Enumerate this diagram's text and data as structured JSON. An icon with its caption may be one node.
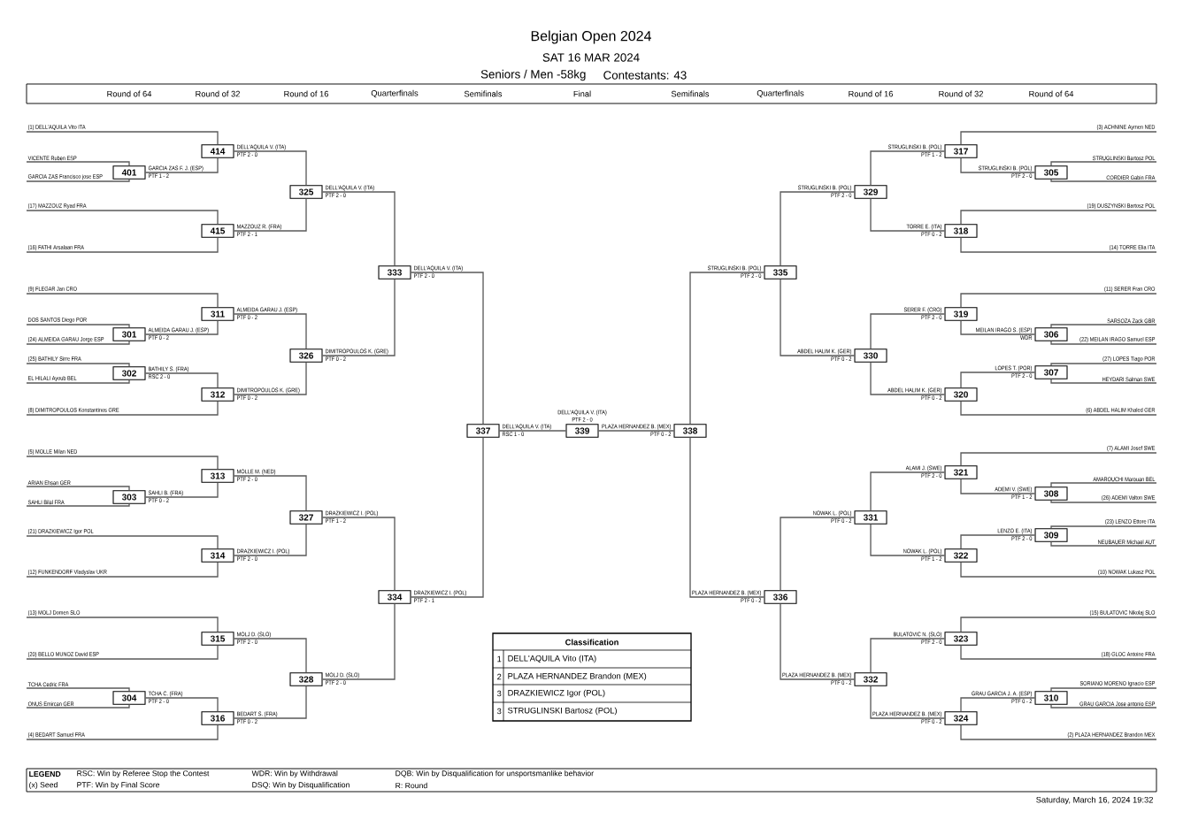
{
  "diagram": {
    "title": "Belgian Open 2024",
    "nodes": [
      {
        "text": [
          "(1) DELL'AQUILA Vito ITA"
        ]
      },
      {
        "text": [
          "VICENTE Ruben ESP"
        ]
      },
      {
        "text": [
          "GARCIA ZAS Francisco jose ESP"
        ]
      },
      {
        "text": [
          "(17) MAZZOUZ Ryad FRA"
        ]
      },
      {
        "text": [
          "(16) FATHI Arsalaan FRA"
        ]
      },
      {
        "text": [
          "(9) FLEGAR Jan CRO"
        ]
      },
      {
        "text": [
          "DOS SANTOS Diego POR"
        ]
      },
      {
        "text": [
          "(24) ALMEIDA GARAU Jorge ESP"
        ]
      },
      {
        "text": [
          "(25) BATHILY Sirre FRA"
        ]
      },
      {
        "text": [
          "EL HILALI Ayoub BEL"
        ]
      },
      {
        "text": [
          "(8) DIMITROPOULOS Konstantinos GRE"
        ]
      },
      {
        "text": [
          "(5) MOLLE Milan NED"
        ]
      },
      {
        "text": [
          "ARIAN Ehsan GER"
        ]
      },
      {
        "text": [
          "SAHLI Bilal FRA"
        ]
      },
      {
        "text": [
          "(21) DRAZKIEWICZ Igor POL"
        ]
      },
      {
        "text": [
          "(12) FUNKENDORF Vladyslav UKR"
        ]
      },
      {
        "text": [
          "(13) MOLJ Domen SLO"
        ]
      },
      {
        "text": [
          "(20) BELLO MUNOZ David ESP"
        ]
      },
      {
        "text": [
          "TCHA Cedric FRA"
        ]
      },
      {
        "text": [
          "ONUS Emircan GER"
        ]
      },
      {
        "text": [
          "(4) BEDART Samuel FRA"
        ]
      },
      {
        "text": [
          "414"
        ],
        "beside": [
          "DELL'AQUILA V. (ITA)",
          "PTF 2 - 0"
        ]
      },
      {
        "text": [
          "401"
        ],
        "beside": [
          "GARCIA ZAS F. J. (ESP)",
          "PTF 1 - 2"
        ]
      },
      {
        "text": [
          "325"
        ],
        "beside": [
          "DELL'AQUILA V. (ITA)",
          "PTF 2 - 0"
        ]
      },
      {
        "text": [
          "415"
        ],
        "beside": [
          "MAZZOUZ R. (FRA)",
          "PTF 2 - 1"
        ]
      },
      {
        "text": [
          "333"
        ],
        "beside": [
          "DELL'AQUILA V. (ITA)",
          "PTF 2 - 0"
        ]
      },
      {
        "text": [
          "311"
        ],
        "beside": [
          "ALMEIDA GARAU J. (ESP)",
          "PTF 0 - 2"
        ]
      },
      {
        "text": [
          "301"
        ],
        "beside": [
          "ALMEIDA GARAU J. (ESP)",
          "PTF 0 - 2"
        ]
      },
      {
        "text": [
          "326"
        ],
        "beside": [
          "DIMITROPOULOS K. (GRE)",
          "PTF 0 - 2"
        ]
      },
      {
        "text": [
          "302"
        ],
        "beside": [
          "BATHILY S. (FRA)",
          "RSC 2 - 0"
        ]
      },
      {
        "text": [
          "312"
        ],
        "beside": [
          "DIMITROPOULOS K. (GRE)",
          "PTF 0 - 2"
        ]
      },
      {
        "text": [
          "337"
        ],
        "beside": [
          "DELL'AQUILA V. (ITA)",
          "RSC 1 - 0"
        ]
      },
      {
        "text": [
          "313"
        ],
        "beside": [
          "MOLLE M. (NED)",
          "PTF 2 - 0"
        ]
      },
      {
        "text": [
          "303"
        ],
        "beside": [
          "SAHLI B. (FRA)",
          "PTF 0 - 2"
        ]
      },
      {
        "text": [
          "327"
        ],
        "beside": [
          "DRAZKIEWICZ I. (POL)",
          "PTF 1 - 2"
        ]
      },
      {
        "text": [
          "314"
        ],
        "beside": [
          "DRAZKIEWICZ I. (POL)",
          "PTF 2 - 0"
        ]
      },
      {
        "text": [
          "334"
        ],
        "beside": [
          "DRAZKIEWICZ I. (POL)",
          "PTF 2 - 1"
        ]
      },
      {
        "text": [
          "315"
        ],
        "beside": [
          "MOLJ D. (SLO)",
          "PTF 2 - 0"
        ]
      },
      {
        "text": [
          "328"
        ],
        "beside": [
          "MOLJ D. (SLO)",
          "PTF 2 - 0"
        ]
      },
      {
        "text": [
          "304"
        ],
        "beside": [
          "TCHA C. (FRA)",
          "PTF 2 - 0"
        ]
      },
      {
        "text": [
          "316"
        ],
        "beside": [
          "BEDART S. (FRA)",
          "PTF 0 - 2"
        ]
      },
      {
        "text": [
          "339"
        ],
        "beside": [
          "DELL'AQUILA V. (ITA)",
          "PTF 2 - 0"
        ]
      },
      {
        "text": [
          "(3) ACHNINE Aymen NED"
        ]
      },
      {
        "text": [
          "STRUGLINSKI Bartosz POL"
        ]
      },
      {
        "text": [
          "CORDIER Gabin FRA"
        ]
      },
      {
        "text": [
          "(19) DUSZYNSKI Bartosz POL"
        ]
      },
      {
        "text": [
          "(14) TORRE Elia ITA"
        ]
      },
      {
        "text": [
          "(11) SERER Fran CRO"
        ]
      },
      {
        "text": [
          "SARSOZA Zack GBR"
        ]
      },
      {
        "text": [
          "(22) MEILAN IRAGO Samuel ESP"
        ]
      },
      {
        "text": [
          "(27) LOPES Tiago POR"
        ]
      },
      {
        "text": [
          "HEYDARI Salman SWE"
        ]
      },
      {
        "text": [
          "(6) ABDEL HALIM Khaled GER"
        ]
      },
      {
        "text": [
          "(7) ALAMI Josef SWE"
        ]
      },
      {
        "text": [
          "AMAROUCHI Marouan BEL"
        ]
      },
      {
        "text": [
          "(26) ADEMI Valton SWE"
        ]
      },
      {
        "text": [
          "(23) LENZO Ettore ITA"
        ]
      },
      {
        "text": [
          "NEUBAUER Michael AUT"
        ]
      },
      {
        "text": [
          "(10) NOWAK Lukasz POL"
        ]
      },
      {
        "text": [
          "(15) BULATOVIC Nikolaj SLO"
        ]
      },
      {
        "text": [
          "(18) GLOC Antoine FRA"
        ]
      },
      {
        "text": [
          "SORIANO MORENO Ignacio ESP"
        ]
      },
      {
        "text": [
          "GRAU GARCIA Jose antonio ESP"
        ]
      },
      {
        "text": [
          "(2) PLAZA HERNANDEZ Brandon MEX"
        ]
      },
      {
        "text": [
          "317"
        ],
        "beside": [
          "STRUGLINSKI B. (POL)",
          "PTF 1 - 2"
        ]
      },
      {
        "text": [
          "305"
        ],
        "beside": [
          "STRUGLINSKI B. (POL)",
          "PTF 2 - 0"
        ]
      },
      {
        "text": [
          "329"
        ],
        "beside": [
          "STRUGLINSKI B. (POL)",
          "PTF 2 - 0"
        ]
      },
      {
        "text": [
          "318"
        ],
        "beside": [
          "TORRE E. (ITA)",
          "PTF 0 - 2"
        ]
      },
      {
        "text": [
          "335"
        ],
        "beside": [
          "STRUGLINSKI B. (POL)",
          "PTF 2 - 0"
        ]
      },
      {
        "text": [
          "319"
        ],
        "beside": [
          "SERER F. (CRO)",
          "PTF 2 - 0"
        ]
      },
      {
        "text": [
          "306"
        ],
        "beside": [
          "MEILAN IRAGO S. (ESP)",
          "WDR"
        ]
      },
      {
        "text": [
          "330"
        ],
        "beside": [
          "ABDEL HALIM K. (GER)",
          "PTF 0 - 2"
        ]
      },
      {
        "text": [
          "307"
        ],
        "beside": [
          "LOPES T. (POR)",
          "PTF 2 - 0"
        ]
      },
      {
        "text": [
          "320"
        ],
        "beside": [
          "ABDEL HALIM K. (GER)",
          "PTF 0 - 2"
        ]
      },
      {
        "text": [
          "338"
        ],
        "beside": [
          "PLAZA HERNANDEZ B. (MEX)",
          "PTF 0 - 2"
        ]
      },
      {
        "text": [
          "321"
        ],
        "beside": [
          "ALAMI J. (SWE)",
          "PTF 2 - 0"
        ]
      },
      {
        "text": [
          "308"
        ],
        "beside": [
          "ADEMI V. (SWE)",
          "PTF 1 - 2"
        ]
      },
      {
        "text": [
          "331"
        ],
        "beside": [
          "NOWAK L. (POL)",
          "PTF 0 - 2"
        ]
      },
      {
        "text": [
          "309"
        ],
        "beside": [
          "LENZO E. (ITA)",
          "PTF 2 - 0"
        ]
      },
      {
        "text": [
          "322"
        ],
        "beside": [
          "NOWAK L. (POL)",
          "PTF 1 - 2"
        ]
      },
      {
        "text": [
          "336"
        ],
        "beside": [
          "PLAZA HERNANDEZ B. (MEX)",
          "PTF 0 - 2"
        ]
      },
      {
        "text": [
          "323"
        ],
        "beside": [
          "BULATOVIC N. (SLO)",
          "PTF 2 - 0"
        ]
      },
      {
        "text": [
          "332"
        ],
        "beside": [
          "PLAZA HERNANDEZ B. (MEX)",
          "PTF 0 - 2"
        ]
      },
      {
        "text": [
          "310"
        ],
        "beside": [
          "GRAU GARCIA J. A. (ESP)",
          "PTF 0 - 2"
        ]
      },
      {
        "text": [
          "324"
        ],
        "beside": [
          "PLAZA HERNANDEZ B. (MEX)",
          "PTF 0 - 2"
        ]
      }
    ],
    "edges": [
      {
        "from": 0,
        "to": 21,
        "arrow": "none"
      },
      {
        "from": 1,
        "to": 22,
        "arrow": "none"
      },
      {
        "from": 2,
        "to": 22,
        "arrow": "none"
      },
      {
        "from": 3,
        "to": 24,
        "arrow": "none"
      },
      {
        "from": 4,
        "to": 24,
        "arrow": "none"
      },
      {
        "from": 5,
        "to": 26,
        "arrow": "none"
      },
      {
        "from": 6,
        "to": 27,
        "arrow": "none"
      },
      {
        "from": 7,
        "to": 27,
        "arrow": "none"
      },
      {
        "from": 8,
        "to": 29,
        "arrow": "none"
      },
      {
        "from": 9,
        "to": 29,
        "arrow": "none"
      },
      {
        "from": 10,
        "to": 30,
        "arrow": "none"
      },
      {
        "from": 11,
        "to": 32,
        "arrow": "none"
      },
      {
        "from": 12,
        "to": 33,
        "arrow": "none"
      },
      {
        "from": 13,
        "to": 33,
        "arrow": "none"
      },
      {
        "from": 14,
        "to": 35,
        "arrow": "none"
      },
      {
        "from": 15,
        "to": 35,
        "arrow": "none"
      },
      {
        "from": 16,
        "to": 37,
        "arrow": "none"
      },
      {
        "from": 17,
        "to": 37,
        "arrow": "none"
      },
      {
        "from": 18,
        "to": 39,
        "arrow": "none"
      },
      {
        "from": 19,
        "to": 39,
        "arrow": "none"
      },
      {
        "from": 20,
        "to": 40,
        "arrow": "none"
      },
      {
        "from": 22,
        "to": 21,
        "arrow": "none"
      },
      {
        "from": 21,
        "to": 23,
        "arrow": "none"
      },
      {
        "from": 24,
        "to": 23,
        "arrow": "none"
      },
      {
        "from": 23,
        "to": 25,
        "arrow": "none"
      },
      {
        "from": 27,
        "to": 26,
        "arrow": "none"
      },
      {
        "from": 29,
        "to": 30,
        "arrow": "none"
      },
      {
        "from": 26,
        "to": 28,
        "arrow": "none"
      },
      {
        "from": 30,
        "to": 28,
        "arrow": "none"
      },
      {
        "from": 28,
        "to": 25,
        "arrow": "none"
      },
      {
        "from": 25,
        "to": 31,
        "arrow": "none"
      },
      {
        "from": 33,
        "to": 32,
        "arrow": "none"
      },
      {
        "from": 32,
        "to": 34,
        "arrow": "none"
      },
      {
        "from": 35,
        "to": 34,
        "arrow": "none"
      },
      {
        "from": 34,
        "to": 36,
        "arrow": "none"
      },
      {
        "from": 37,
        "to": 38,
        "arrow": "none"
      },
      {
        "from": 39,
        "to": 40,
        "arrow": "none"
      },
      {
        "from": 40,
        "to": 38,
        "arrow": "none"
      },
      {
        "from": 38,
        "to": 36,
        "arrow": "none"
      },
      {
        "from": 36,
        "to": 31,
        "arrow": "none"
      },
      {
        "from": 31,
        "to": 41,
        "arrow": "none"
      },
      {
        "from": 42,
        "to": 64,
        "arrow": "none"
      },
      {
        "from": 43,
        "to": 65,
        "arrow": "none"
      },
      {
        "from": 44,
        "to": 65,
        "arrow": "none"
      },
      {
        "from": 45,
        "to": 67,
        "arrow": "none"
      },
      {
        "from": 46,
        "to": 67,
        "arrow": "none"
      },
      {
        "from": 47,
        "to": 69,
        "arrow": "none"
      },
      {
        "from": 48,
        "to": 70,
        "arrow": "none"
      },
      {
        "from": 49,
        "to": 70,
        "arrow": "none"
      },
      {
        "from": 50,
        "to": 72,
        "arrow": "none"
      },
      {
        "from": 51,
        "to": 72,
        "arrow": "none"
      },
      {
        "from": 52,
        "to": 73,
        "arrow": "none"
      },
      {
        "from": 53,
        "to": 75,
        "arrow": "none"
      },
      {
        "from": 54,
        "to": 76,
        "arrow": "none"
      },
      {
        "from": 55,
        "to": 76,
        "arrow": "none"
      },
      {
        "from": 56,
        "to": 78,
        "arrow": "none"
      },
      {
        "from": 57,
        "to": 78,
        "arrow": "none"
      },
      {
        "from": 58,
        "to": 79,
        "arrow": "none"
      },
      {
        "from": 59,
        "to": 81,
        "arrow": "none"
      },
      {
        "from": 60,
        "to": 81,
        "arrow": "none"
      },
      {
        "from": 61,
        "to": 83,
        "arrow": "none"
      },
      {
        "from": 62,
        "to": 83,
        "arrow": "none"
      },
      {
        "from": 63,
        "to": 84,
        "arrow": "none"
      },
      {
        "from": 65,
        "to": 64,
        "arrow": "none"
      },
      {
        "from": 64,
        "to": 66,
        "arrow": "none"
      },
      {
        "from": 67,
        "to": 66,
        "arrow": "none"
      },
      {
        "from": 66,
        "to": 68,
        "arrow": "none"
      },
      {
        "from": 70,
        "to": 69,
        "arrow": "none"
      },
      {
        "from": 72,
        "to": 73,
        "arrow": "none"
      },
      {
        "from": 69,
        "to": 71,
        "arrow": "none"
      },
      {
        "from": 73,
        "to": 71,
        "arrow": "none"
      },
      {
        "from": 71,
        "to": 68,
        "arrow": "none"
      },
      {
        "from": 68,
        "to": 74,
        "arrow": "none"
      },
      {
        "from": 76,
        "to": 75,
        "arrow": "none"
      },
      {
        "from": 75,
        "to": 77,
        "arrow": "none"
      },
      {
        "from": 78,
        "to": 79,
        "arrow": "none"
      },
      {
        "from": 79,
        "to": 77,
        "arrow": "none"
      },
      {
        "from": 77,
        "to": 80,
        "arrow": "none"
      },
      {
        "from": 81,
        "to": 82,
        "arrow": "none"
      },
      {
        "from": 83,
        "to": 84,
        "arrow": "none"
      },
      {
        "from": 84,
        "to": 82,
        "arrow": "none"
      },
      {
        "from": 82,
        "to": 80,
        "arrow": "none"
      },
      {
        "from": 80,
        "to": 74,
        "arrow": "none"
      },
      {
        "from": 74,
        "to": 41,
        "arrow": "none"
      }
    ],
    "labels": [
      "SAT 16 MAR 2024",
      "Seniors / Men -58kg",
      "Contestants: 43",
      "Round of 64",
      "Round of 32",
      "Round of 16",
      "Quarterfinals",
      "Semifinals",
      "Final",
      "Semifinals",
      "Quarterfinals",
      "Round of 16",
      "Round of 32",
      "Round of 64",
      "Classification",
      "1",
      "DELL'AQUILA Vito (ITA)",
      "2",
      "PLAZA HERNANDEZ Brandon (MEX)",
      "3",
      "DRAZKIEWICZ Igor (POL)",
      "3",
      "STRUGLINSKI Bartosz (POL)",
      "LEGEND",
      "RSC: Win by Referee Stop the Contest",
      "WDR: Win by Withdrawal",
      "DQB: Win by Disqualification for unsportsmanlike behavior",
      "(x) Seed",
      "PTF: Win by Final Score",
      "DSQ: Win by Disqualification",
      "R: Round",
      "Saturday, March 16, 2024 19:32"
    ]
  }
}
